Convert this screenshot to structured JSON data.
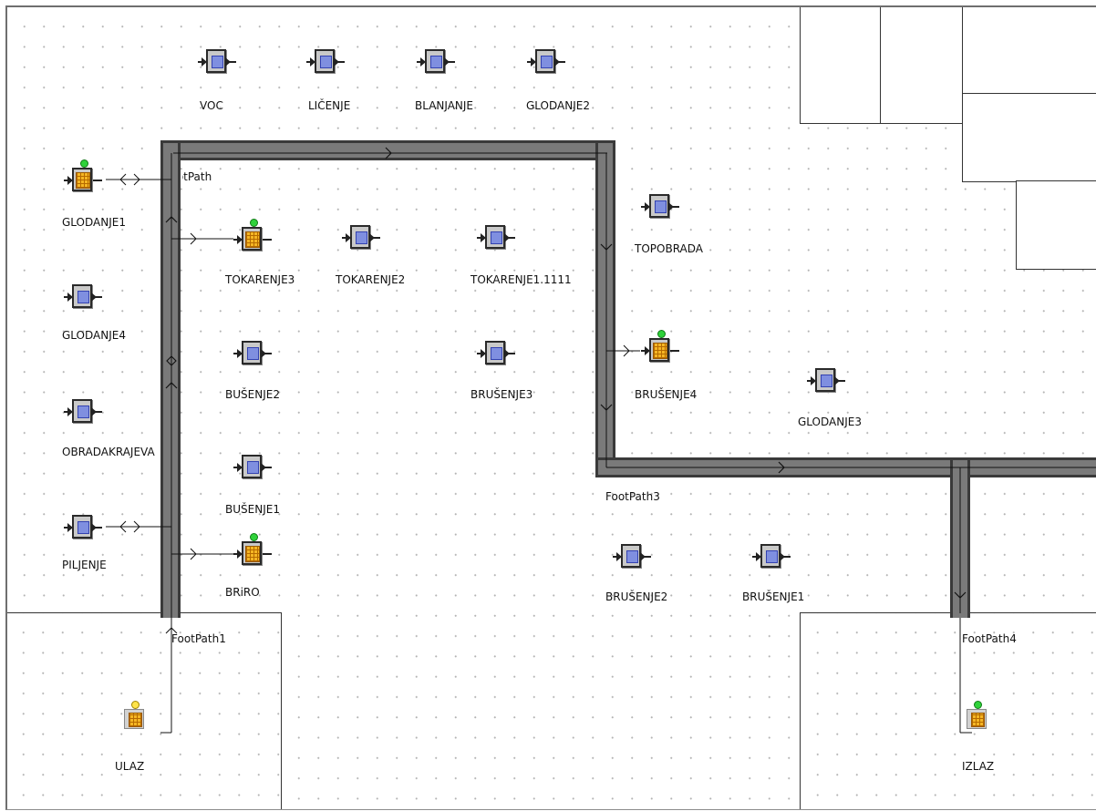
{
  "colors": {
    "path_fill": "#7a7a7a",
    "path_edge": "#3a3a3a",
    "server_core": "#7f8fe0",
    "resource_grid": "#f5b624",
    "status_green": "#2fd23a",
    "status_yellow": "#ffe44a"
  },
  "footpaths": [
    {
      "id": "FootPath",
      "label": "FootPath"
    },
    {
      "id": "FootPath1",
      "label": "FootPath1"
    },
    {
      "id": "FootPath3",
      "label": "FootPath3"
    },
    {
      "id": "FootPath4",
      "label": "FootPath4"
    }
  ],
  "blocks": {
    "voc": {
      "label": "VOC",
      "icon": "service-block-icon"
    },
    "licenje": {
      "label": "LIČENJE",
      "icon": "service-block-icon"
    },
    "blanjanje": {
      "label": "BLANJANJE",
      "icon": "service-block-icon"
    },
    "glodanje2": {
      "label": "GLODANJE2",
      "icon": "service-block-icon"
    },
    "glodanje1": {
      "label": "GLODANJE1",
      "icon": "resource-block-icon",
      "status": "green"
    },
    "tokarenje3": {
      "label": "TOKARENJE3",
      "icon": "resource-block-icon",
      "status": "green"
    },
    "tokarenje2": {
      "label": "TOKARENJE2",
      "icon": "service-block-icon"
    },
    "tokarenje1": {
      "label": "TOKARENJE1.1111",
      "icon": "service-block-icon"
    },
    "topobrada": {
      "label": "TOPOBRADA",
      "icon": "service-block-icon"
    },
    "glodanje4": {
      "label": "GLODANJE4",
      "icon": "service-block-icon"
    },
    "busenje2": {
      "label": "BUŠENJE2",
      "icon": "service-block-icon"
    },
    "brusenje3": {
      "label": "BRUŠENJE3",
      "icon": "service-block-icon"
    },
    "brusenje4": {
      "label": "BRUŠENJE4",
      "icon": "resource-block-icon",
      "status": "green"
    },
    "glodanje3": {
      "label": "GLODANJE3",
      "icon": "service-block-icon"
    },
    "obradakrajeva": {
      "label": "OBRADAKRAJEVA",
      "icon": "service-block-icon"
    },
    "busenje1": {
      "label": "BUŠENJE1",
      "icon": "service-block-icon"
    },
    "piljenje": {
      "label": "PILJENJE",
      "icon": "service-block-icon"
    },
    "briro": {
      "label": "BRiRO",
      "icon": "resource-block-icon",
      "status": "green"
    },
    "brusenje2": {
      "label": "BRUŠENJE2",
      "icon": "service-block-icon"
    },
    "brusenje1": {
      "label": "BRUŠENJE1",
      "icon": "service-block-icon"
    },
    "ulaz": {
      "label": "ULAZ",
      "icon": "source-block-icon",
      "status": "yellow"
    },
    "izlaz": {
      "label": "IZLAZ",
      "icon": "sink-block-icon",
      "status": "green"
    }
  }
}
